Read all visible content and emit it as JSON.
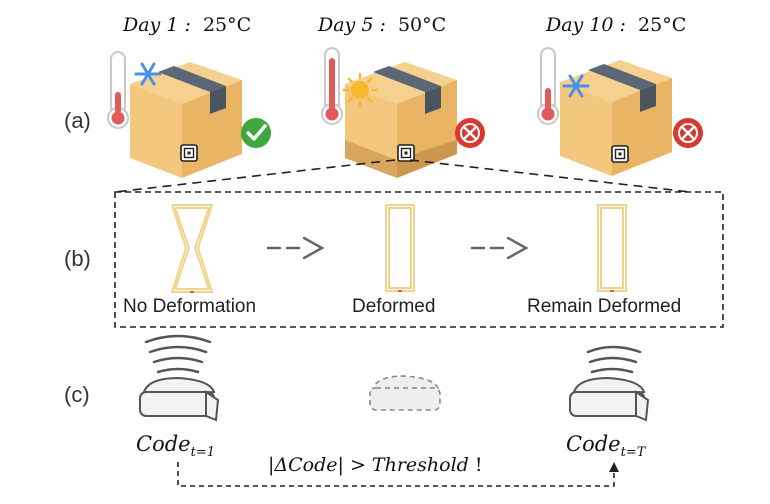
{
  "rows": [
    "(a)",
    "(b)",
    "(c)"
  ],
  "days": [
    {
      "label": "Day 1 :",
      "temp": "25°C",
      "status": "check",
      "weather": "snowflake"
    },
    {
      "label": "Day 5 :",
      "temp": "50°C",
      "status": "cross",
      "weather": "sun"
    },
    {
      "label": "Day 10 :",
      "temp": "25°C",
      "status": "cross",
      "weather": "snowflake"
    }
  ],
  "states": [
    "No Deformation",
    "Deformed",
    "Remain Deformed"
  ],
  "codes": [
    {
      "base": "Code",
      "sub": "t=1"
    },
    {
      "base": "Code",
      "sub": "t=T"
    }
  ],
  "threshold": {
    "left": "|ΔCode| > Threshold",
    "bang": "!"
  },
  "colors": {
    "box": "#f3c77d",
    "box_dark": "#e3ab5c",
    "tape": "#5b6776",
    "check": "#3ea83e",
    "cross": "#d83a32",
    "snow": "#4a8fe8",
    "sun": "#f5b82e",
    "coil": "#f0d48a"
  }
}
